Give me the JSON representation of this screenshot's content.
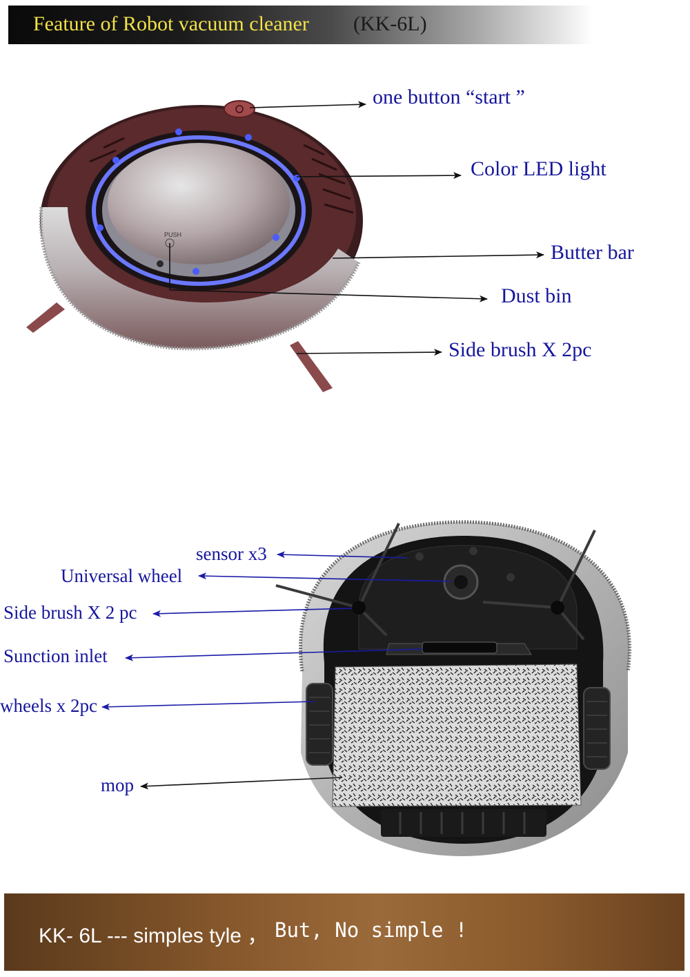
{
  "header": {
    "title": "Feature of Robot vacuum cleaner",
    "model": "(KK-6L)"
  },
  "top_view": {
    "button_text": "PUSH",
    "callouts": [
      {
        "label": "one button “start ”"
      },
      {
        "label": "Color LED light"
      },
      {
        "label": "Butter bar"
      },
      {
        "label": "Dust bin"
      },
      {
        "label": "Side brush X 2pc"
      }
    ]
  },
  "bottom_view": {
    "callouts": [
      {
        "label": "sensor x3"
      },
      {
        "label": "Universal wheel"
      },
      {
        "label": "Side brush X 2 pc"
      },
      {
        "label": "Sunction inlet"
      },
      {
        "label": "wheels x 2pc"
      },
      {
        "label": "mop"
      }
    ]
  },
  "footer": {
    "text_a": "KK- 6L  --- simples tyle ，",
    "text_b": "But, No simple !"
  },
  "colors": {
    "label_blue": "#16169c",
    "header_yellow": "#f2e24a",
    "footer_brown": "#83552a",
    "led_blue": "#4a5cff"
  }
}
